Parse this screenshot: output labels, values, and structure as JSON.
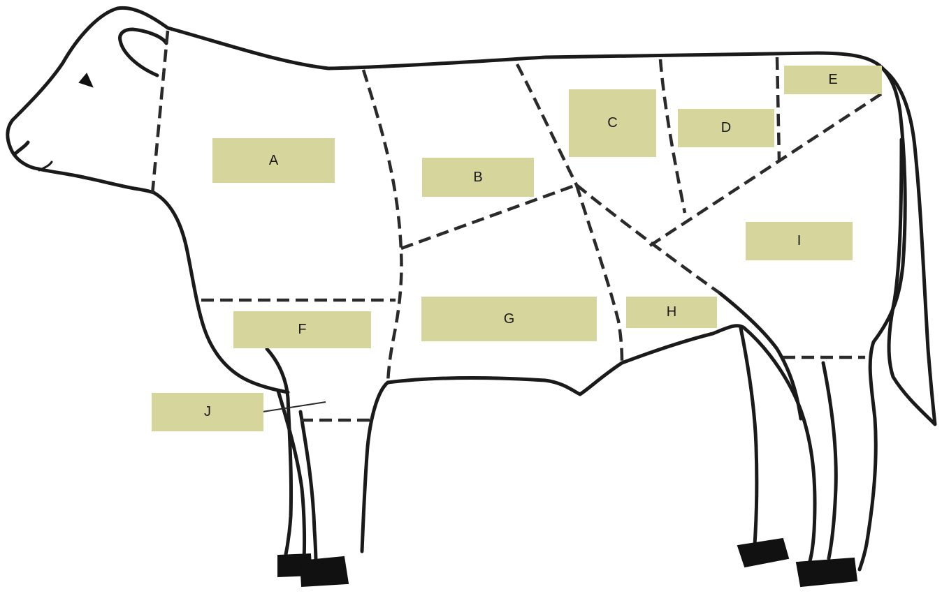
{
  "diagram": {
    "labels": {
      "A": "A",
      "B": "B",
      "C": "C",
      "D": "D",
      "E": "E",
      "F": "F",
      "G": "G",
      "H": "H",
      "I": "I",
      "J": "J"
    },
    "colors": {
      "label_fill": "#d6d59b",
      "outline": "#1a1a1a",
      "background": "#ffffff"
    }
  }
}
